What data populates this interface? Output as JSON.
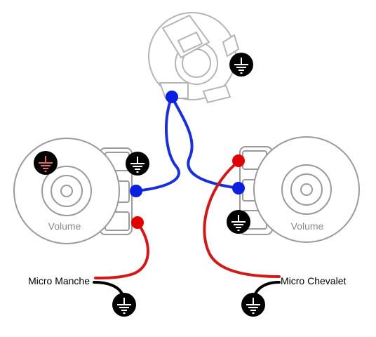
{
  "labels": {
    "pot_left": "Volume",
    "pot_right": "Volume",
    "micro_manche": "Micro Manche",
    "micro_chevalet": "Micro Chevalet"
  },
  "colors": {
    "wire_blue": "#1a2fd6",
    "wire_red": "#d01a1a",
    "wire_black": "#000000",
    "component_outline": "#9a9a9a",
    "component_fill": "#ffffff",
    "ground_symbol_bg": "#000000",
    "ground_highlight": "#e06a6a",
    "solder_blue": "#0b1fe0",
    "solder_red": "#e00000"
  },
  "icons": {
    "ground": "ground-icon",
    "jack": "output-jack",
    "pot": "volume-potentiometer"
  }
}
